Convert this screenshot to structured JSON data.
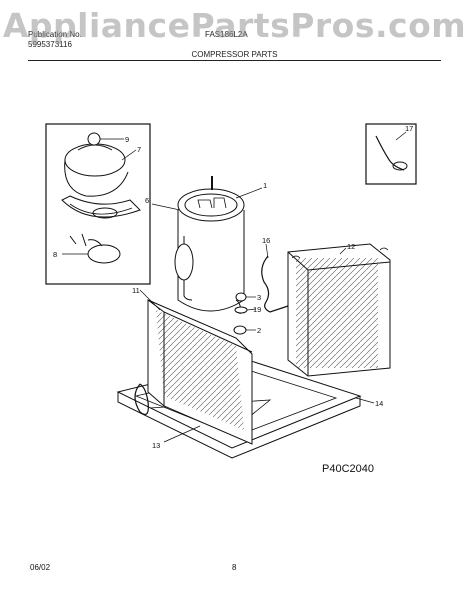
{
  "watermark": "AppliancePartsPros.com",
  "header": {
    "publication_label": "Publication No.",
    "publication_number": "5995373116",
    "model": "FAS186L2A",
    "section_title": "COMPRESSOR PARTS"
  },
  "callouts": [
    "1",
    "2",
    "3",
    "6",
    "7",
    "8",
    "9",
    "11",
    "12",
    "13",
    "14",
    "16",
    "17",
    "19"
  ],
  "diagram_code": "P40C2040",
  "footer": {
    "date": "06/02",
    "page": "8"
  }
}
